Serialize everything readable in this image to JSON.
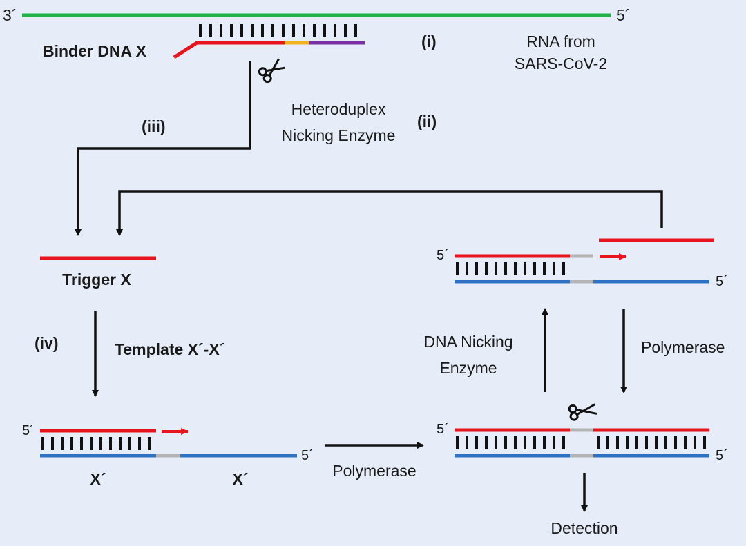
{
  "colors": {
    "background": "#e6edf8",
    "rna_strand": "#1fb24a",
    "trigger_strand": "#e8141e",
    "template_strand": "#2f72c4",
    "nick_site": "#b4b4b4",
    "binder_yellow": "#f2b41e",
    "binder_purple": "#7a2fa3",
    "ink": "#111111"
  },
  "labels": {
    "rna_3prime": "3´",
    "rna_5prime": "5´",
    "binder": "Binder DNA X",
    "step_i": "(i)",
    "rna_line1": "RNA from",
    "rna_line2": "SARS-CoV-2",
    "step_iii": "(iii)",
    "hetero_line1": "Heteroduplex",
    "hetero_line2": "Nicking Enzyme",
    "step_ii": "(ii)",
    "trigger": "Trigger X",
    "step_iv": "(iv)",
    "template": "Template X´-X´",
    "bottom_5prime_left": "5´",
    "bottom_5prime_right": "5´",
    "x_prime_left": "X´",
    "x_prime_right": "X´",
    "polymerase_middle": "Polymerase",
    "nicked_5prime_left": "5´",
    "nicked_5prime_right": "5´",
    "detection": "Detection",
    "dna_nicking_line1": "DNA Nicking",
    "dna_nicking_line2": "Enzyme",
    "polymerase_right": "Polymerase",
    "top_right_5prime_left": "5´",
    "top_right_5prime_right": "5´"
  },
  "icons": [
    "scissors-icon",
    "arrow-icon"
  ]
}
